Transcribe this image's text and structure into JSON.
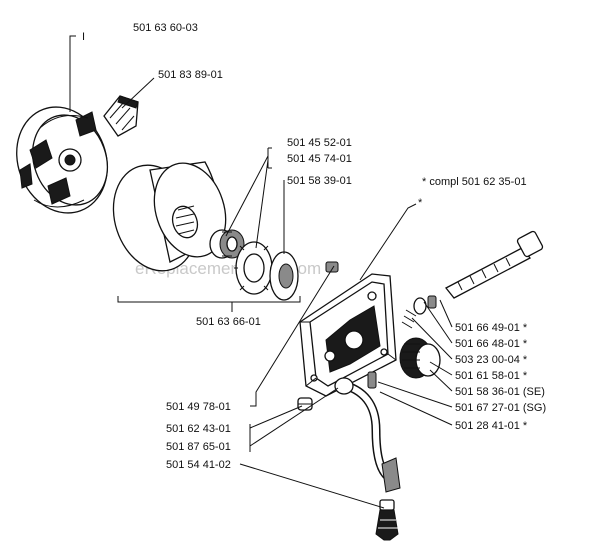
{
  "watermark": "eReplacementParts.com",
  "labels": {
    "clutch": "501 63 60-03",
    "clutch_marker": "I",
    "spring": "501 83 89-01",
    "bearing": "501 45 52-01",
    "bearing_alt": "501 45 74-01",
    "washer": "501 58 39-01",
    "drum": "501 63 66-01",
    "compl": "* compl 501 62 35-01",
    "compl_marker": "*",
    "pump_screw": "501 49 78-01",
    "plug": "501 62 43-01",
    "hose_fitting": "501 87 65-01",
    "filter": "501 54 41-02",
    "p1": "501 66 49-01  *",
    "p2": "501 66 48-01  *",
    "p3": "503 23 00-04  *",
    "p4": "501 61 58-01  *",
    "p5": "501 58 36-01 (SE)",
    "p6": "501 67 27-01 (SG)",
    "p7": "501 28 41-01  *"
  }
}
